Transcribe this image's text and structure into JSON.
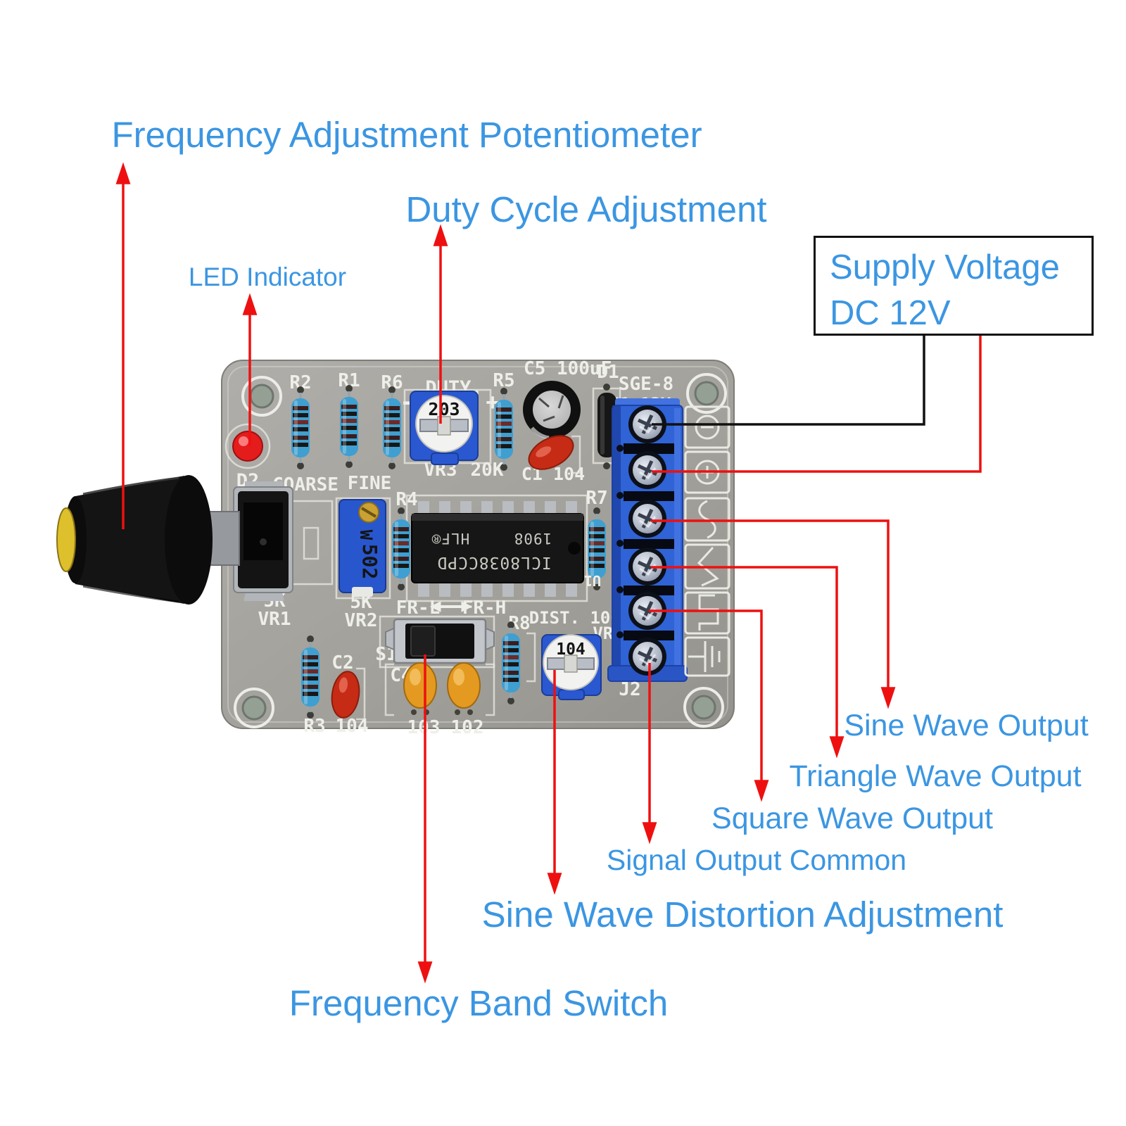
{
  "colors": {
    "callout_blue": "#3b96e2",
    "arrow_red": "#ee1010",
    "wire_black": "#111111",
    "board_gray": "#a3a19b",
    "terminal_blue": "#2f63d6",
    "silkscreen_white": "#efefe9"
  },
  "callouts": {
    "freq_pot": "Frequency Adjustment Potentiometer",
    "duty": "Duty Cycle Adjustment",
    "led": "LED Indicator",
    "sine": "Sine Wave Output",
    "triangle": "Triangle Wave Output",
    "square": "Square Wave Output",
    "common": "Signal Output Common",
    "distortion": "Sine Wave Distortion Adjustment",
    "band": "Frequency Band Switch"
  },
  "supply": {
    "line1": "Supply Voltage",
    "line2": "DC 12V"
  },
  "board": {
    "silkscreen": {
      "r1": "R1",
      "r2": "R2",
      "r3": "R3",
      "r4": "R4",
      "r5": "R5",
      "r6": "R6",
      "r7": "R7",
      "r8": "R8",
      "duty": "DUTY.",
      "minus": "-",
      "plus": "+",
      "vr3": "VR3",
      "vr3_value": "20K",
      "c5": "C5 100uF",
      "d1": "D1",
      "sge8": "SGE-8",
      "j1": "J1 12V",
      "c1": "C1 104",
      "d2": "D2",
      "coarse": "COARSE",
      "fine": "FINE",
      "vr1_value": "5K",
      "vr1": "VR1",
      "vr2_value": "5K",
      "vr2": "VR2",
      "fr_l": "FR-L",
      "fr_h": "FR-H",
      "s1": "S1",
      "dist": "DIST. 100K",
      "vr4": "VR4",
      "c2": "C2",
      "c2_value": "104",
      "c4": "C4",
      "c4_value": "103",
      "c3_value": "102",
      "j2": "J2",
      "u1": "U1"
    },
    "markings": {
      "duty_dial": "203",
      "dist_dial": "104",
      "vr2_line1": "W",
      "vr2_line2": "502",
      "ic_part": "ICL8038CCPD",
      "ic_date": "1908",
      "ic_brand": "HLF®"
    }
  }
}
